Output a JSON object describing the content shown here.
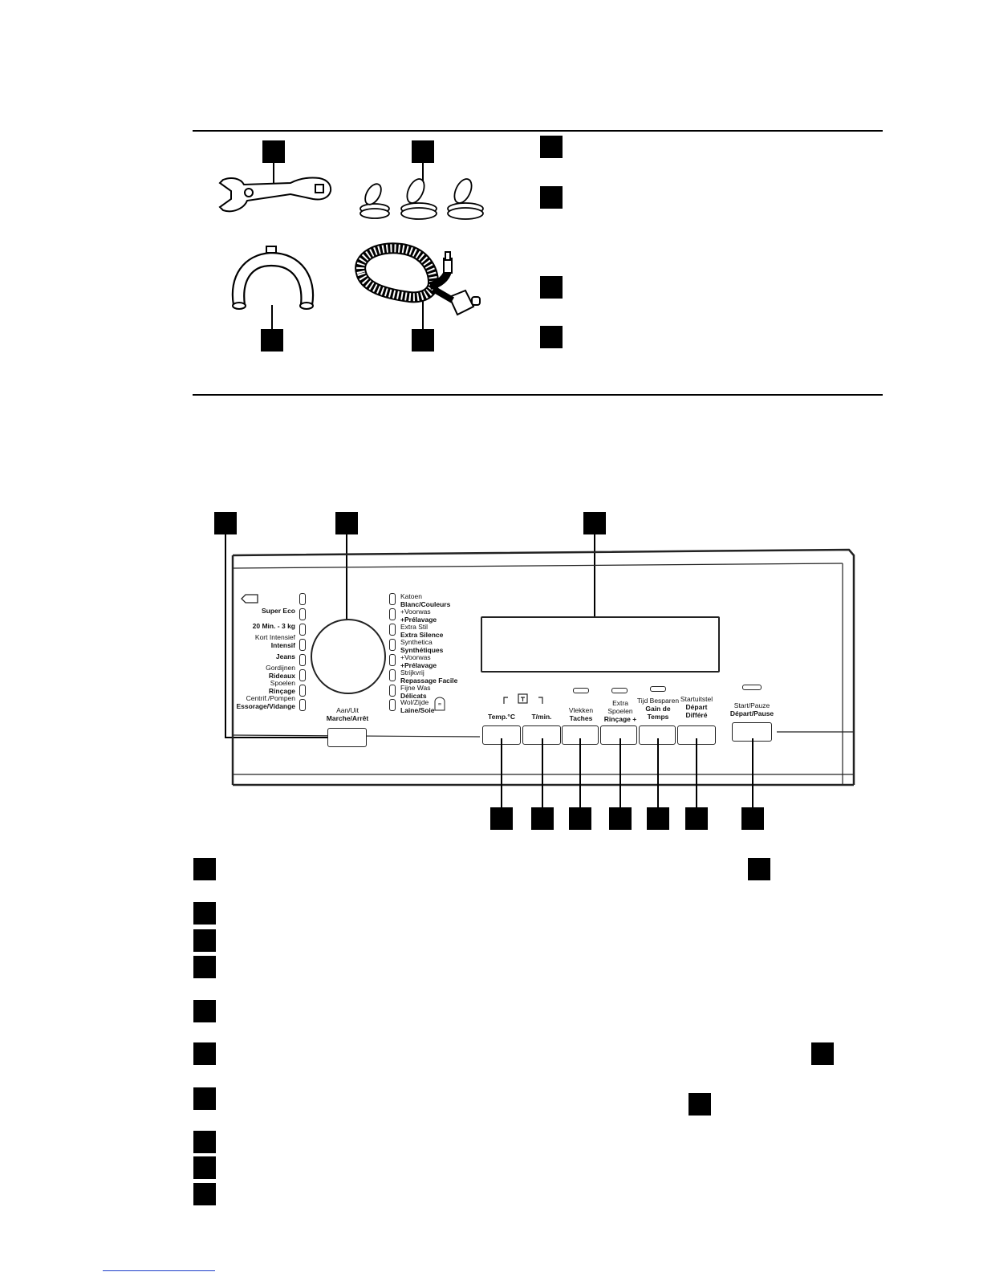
{
  "program_labels_left": [
    {
      "id": "super-eco",
      "bold": "Super Eco",
      "normal": ""
    },
    {
      "id": "20min",
      "bold": "20 Min. - 3 kg",
      "normal": ""
    },
    {
      "id": "kort-intensief",
      "normal": "Kort Intensief",
      "bold": "Intensif"
    },
    {
      "id": "jeans",
      "bold": "Jeans",
      "normal": ""
    },
    {
      "id": "gordijnen",
      "normal": "Gordijnen",
      "bold": "Rideaux"
    },
    {
      "id": "spoelen",
      "normal": "Spoelen",
      "bold": "Rinçage"
    },
    {
      "id": "centrif",
      "normal": "Centrif./Pompen",
      "bold": "Essorage/Vidange"
    }
  ],
  "program_labels_right": [
    {
      "id": "katoen",
      "normal": "Katoen",
      "bold": "Blanc/Couleurs"
    },
    {
      "id": "voorwas1",
      "normal": "+Voorwas",
      "bold": "+Prélavage"
    },
    {
      "id": "extra-stil",
      "normal": "Extra Stil",
      "bold": "Extra Silence"
    },
    {
      "id": "synthetica",
      "normal": "Synthetica",
      "bold": "Synthétiques"
    },
    {
      "id": "voorwas2",
      "normal": "+Voorwas",
      "bold": "+Prélavage"
    },
    {
      "id": "strijkvrij",
      "normal": "Strijkvrij",
      "bold": "Repassage Facile"
    },
    {
      "id": "fijne-was",
      "normal": "Fijne Was",
      "bold": "Délicats"
    },
    {
      "id": "wol-zijde",
      "normal": "Wol/Zijde",
      "bold": "Laine/Soie"
    }
  ],
  "power": {
    "normal": "Aan/Uit",
    "bold": "Marche/Arrêt"
  },
  "buttons": {
    "temp": {
      "bold": "Temp.°C"
    },
    "spin": {
      "bold": "T/min."
    },
    "stains": {
      "normal": "Vlekken",
      "bold": "Taches"
    },
    "extra_rinse": {
      "normal1": "Extra",
      "normal2": "Spoelen",
      "bold": "Rinçage +"
    },
    "time_save": {
      "normal": "Tijd Besparen",
      "bold1": "Gain de",
      "bold2": "Temps"
    },
    "delay": {
      "normal": "Startuitstel",
      "bold1": "Départ",
      "bold2": "Différé"
    },
    "start": {
      "normal": "Start/Pauze",
      "bold": "Départ/Pause"
    }
  },
  "icons": {
    "selector_icon": "tag-icon",
    "wool_icon": "woolmark-icon",
    "lock_icon": "child-lock-icon"
  },
  "colors": {
    "ink": "#000000",
    "panel_line": "#222222",
    "link": "#1a3cc9"
  }
}
